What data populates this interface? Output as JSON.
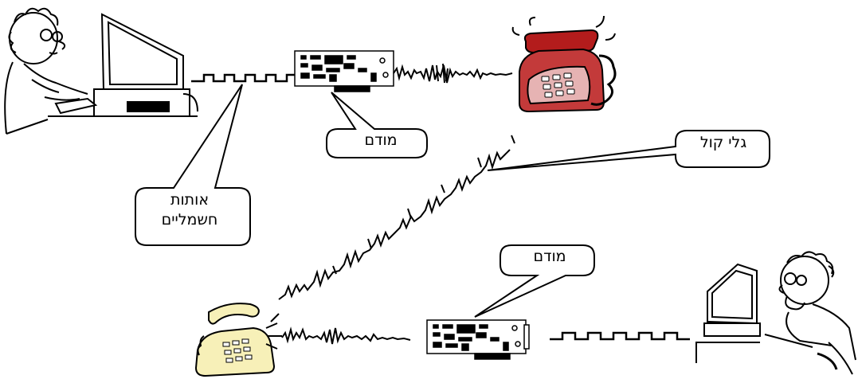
{
  "callouts": {
    "modem_top": "מודם",
    "modem_bottom": "מודם",
    "sound_waves": "גלי קול",
    "electric_signals_line1": "אותות",
    "electric_signals_line2": "חשמליים"
  },
  "colors": {
    "red_phone": "#b31c1c",
    "yellow_phone": "#f7f0b8",
    "ink": "#000000",
    "board": "#ffffff"
  },
  "icons": [
    "computer-user-icon",
    "modem-card-icon",
    "telephone-icon",
    "digital-signal-icon",
    "sound-wave-icon"
  ]
}
